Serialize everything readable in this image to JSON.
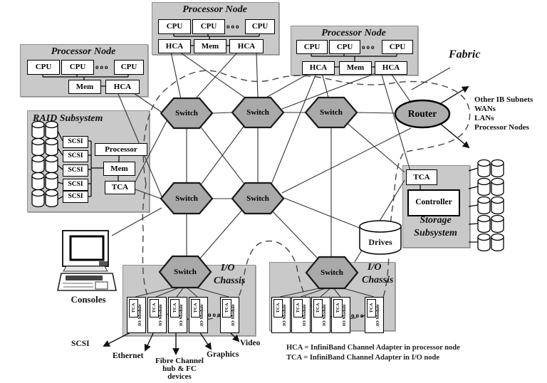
{
  "labels": {
    "processor_node": "Processor Node",
    "cpu": "CPU",
    "mem": "Mem",
    "hca": "HCA",
    "tca": "TCA",
    "ellipsis": "ooo",
    "switch": "Switch",
    "router": "Router",
    "fabric": "Fabric",
    "raid_title": "RAID Subsystem",
    "scsi": "SCSI",
    "processor": "Processor",
    "controller": "Controller",
    "storage_line1": "Storage",
    "storage_line2": "Subsystem",
    "drives": "Drives",
    "consoles": "Consoles",
    "io_line1": "I/O",
    "io_line2": "Chassis",
    "io_module": "IO Module"
  },
  "external_targets": [
    "Other IB Subnets",
    "WANs",
    "LANs",
    "Processor Nodes"
  ],
  "io_targets": {
    "scsi": "SCSI",
    "ethernet": "Ethernet",
    "fibre_line1": "Fibre Channel",
    "fibre_line2": "hub & FC",
    "fibre_line3": "devices",
    "graphics": "Graphics",
    "video": "Video"
  },
  "legend": {
    "hca": "HCA = InfiniBand Channel Adapter in processor node",
    "tca": "TCA = InfiniBand Channel Adapter in I/O node"
  },
  "colors": {
    "node_fill": "#c9c9c9",
    "switch_fill": "#a9a9a9",
    "router_fill": "#aeaeae",
    "white_box": "#ffffff",
    "line": "#333333"
  }
}
